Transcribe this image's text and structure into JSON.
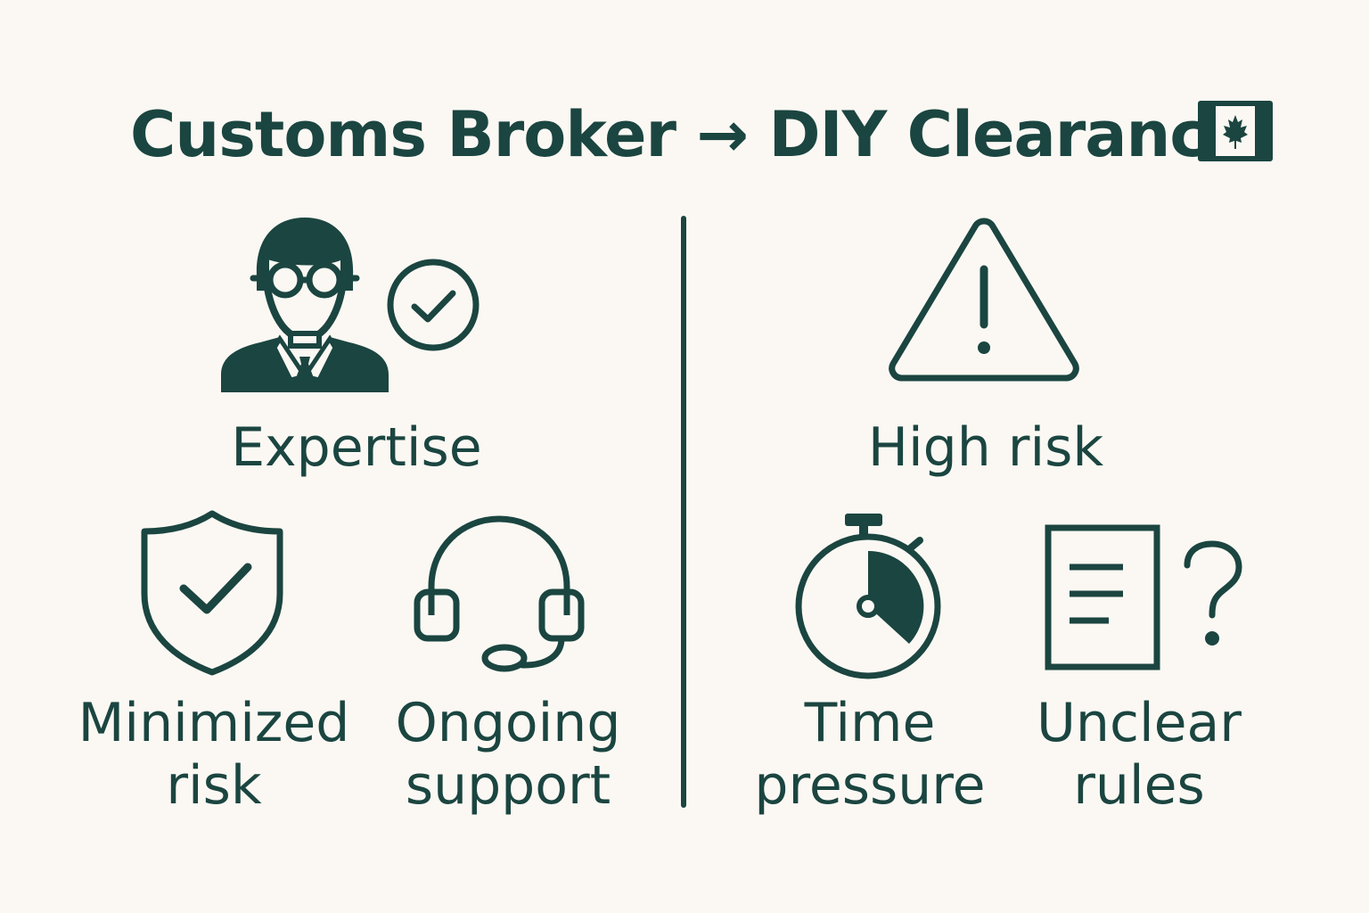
{
  "colors": {
    "background": "#fbf8f3",
    "ink": "#1b4540"
  },
  "title": {
    "left": "Customs Broker",
    "arrow": "→",
    "right": "DIY Clearance"
  },
  "broker": {
    "main": {
      "label": "Expertise",
      "icon": "broker-person-icon",
      "badge_icon": "check-circle-icon"
    },
    "items": [
      {
        "label_line1": "Minimized",
        "label_line2": "risk",
        "icon": "shield-check-icon"
      },
      {
        "label_line1": "Ongoing",
        "label_line2": "support",
        "icon": "headset-icon"
      }
    ]
  },
  "diy": {
    "main": {
      "label": "High risk",
      "icon": "warning-triangle-icon"
    },
    "items": [
      {
        "label_line1": "Time",
        "label_line2": "pressure",
        "icon": "stopwatch-icon"
      },
      {
        "label_line1": "Unclear",
        "label_line2": "rules",
        "icon": "document-question-icon"
      }
    ]
  },
  "flag_icon": "canada-flag-icon"
}
